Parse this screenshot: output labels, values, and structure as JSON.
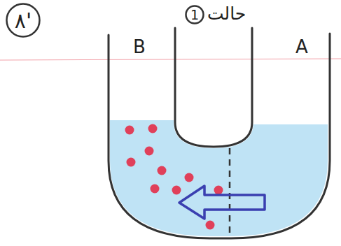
{
  "diagram": {
    "nodes": [
      {
        "text": [
          "٨'"
        ]
      },
      {
        "text": [
          "1"
        ]
      }
    ],
    "labels": [
      "B",
      "حالت",
      "A"
    ]
  }
}
